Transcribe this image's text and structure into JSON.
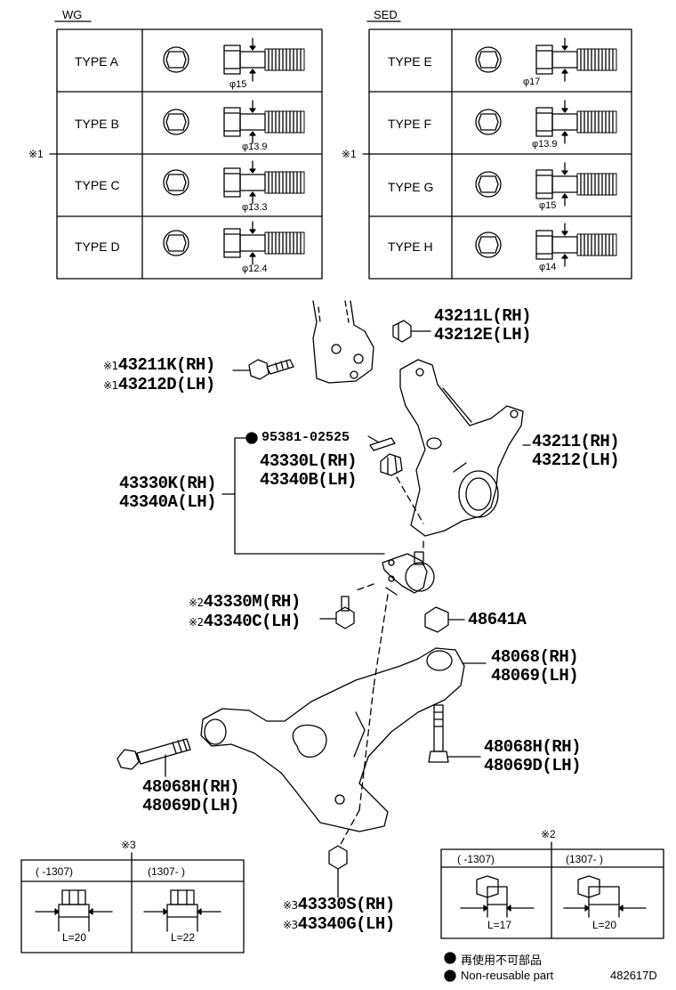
{
  "wg": {
    "header": "WG",
    "note": "※1",
    "rows": [
      {
        "type": "TYPE A",
        "diameter": "φ15"
      },
      {
        "type": "TYPE B",
        "diameter": "φ13.9"
      },
      {
        "type": "TYPE C",
        "diameter": "φ13.3"
      },
      {
        "type": "TYPE D",
        "diameter": "φ12.4"
      }
    ]
  },
  "sed": {
    "header": "SED",
    "note": "※1",
    "rows": [
      {
        "type": "TYPE E",
        "diameter": "φ17"
      },
      {
        "type": "TYPE F",
        "diameter": "φ13.9"
      },
      {
        "type": "TYPE G",
        "diameter": "φ15"
      },
      {
        "type": "TYPE H",
        "diameter": "φ14"
      }
    ]
  },
  "parts": {
    "p43211L": {
      "l1": "43211L(RH)",
      "l2": "43212E(LH)"
    },
    "p43211K": {
      "mark": "※1",
      "l1": "43211K(RH)",
      "l2": "43212D(LH)"
    },
    "p95381": {
      "l1": "95381-02525"
    },
    "p43330L": {
      "l1": "43330L(RH)",
      "l2": "43340B(LH)"
    },
    "p43330K": {
      "l1": "43330K(RH)",
      "l2": "43340A(LH)"
    },
    "p43211": {
      "l1": "43211(RH)",
      "l2": "43212(LH)"
    },
    "p43330M": {
      "mark": "※2",
      "l1": "43330M(RH)",
      "l2": "43340C(LH)"
    },
    "p48641A": {
      "l1": "48641A"
    },
    "p48068": {
      "l1": "48068(RH)",
      "l2": "48069(LH)"
    },
    "p48068H_right": {
      "l1": "48068H(RH)",
      "l2": "48069D(LH)"
    },
    "p48068H_left": {
      "l1": "48068H(RH)",
      "l2": "48069D(LH)"
    },
    "p43330S": {
      "mark": "※3",
      "l1": "43330S(RH)",
      "l2": "43340G(LH)"
    }
  },
  "note3": {
    "title": "※3",
    "col1": "(      -1307)",
    "col2": "(1307-      )",
    "len1": "L=20",
    "len2": "L=22"
  },
  "note2": {
    "title": "※2",
    "col1": "(      -1307)",
    "col2": "(1307-      )",
    "len1": "L=17",
    "len2": "L=20"
  },
  "legend": {
    "jp": "再使用不可部品",
    "en": "Non-reusable part"
  },
  "diagram_id": "482617D"
}
